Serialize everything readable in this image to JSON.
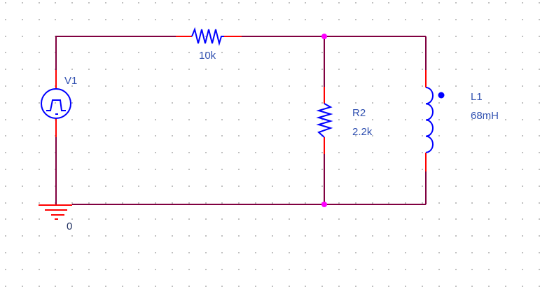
{
  "schematic": {
    "components": {
      "r1": {
        "value": "10k"
      },
      "v1": {
        "ref": "V1"
      },
      "r2": {
        "ref": "R2",
        "value": "2.2k"
      },
      "l1": {
        "ref": "L1",
        "value": "68mH"
      },
      "ground": {
        "net": "0"
      }
    },
    "colors": {
      "wire": "#800040",
      "pin": "#ff0000",
      "body": "#0000ff",
      "junction": "#ff00ff",
      "grid": "#c0c0c0"
    }
  }
}
